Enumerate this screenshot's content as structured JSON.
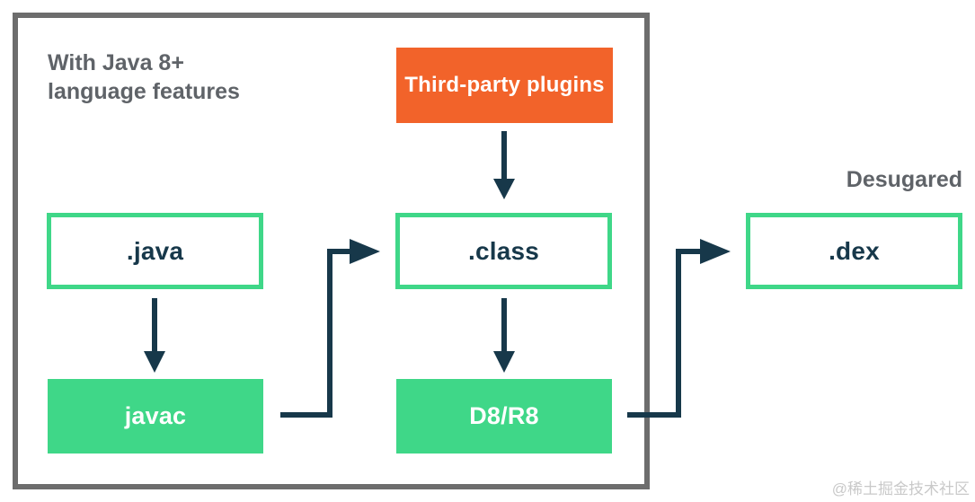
{
  "colors": {
    "green": "#3fd788",
    "orange": "#f2632a",
    "navy": "#17384a",
    "frame_gray": "#6d6d6d",
    "label_gray": "#5f6368",
    "watermark_gray": "#c9c9c9"
  },
  "annotations": {
    "top_left_line1": "With Java 8+",
    "top_left_line2": "language features",
    "desugared": "Desugared"
  },
  "nodes": {
    "third_party_plugins": {
      "label": "Third-party plugins",
      "style": "orange-filled"
    },
    "java": {
      "label": ".java",
      "style": "outlined"
    },
    "class": {
      "label": ".class",
      "style": "outlined"
    },
    "dex": {
      "label": ".dex",
      "style": "outlined"
    },
    "javac": {
      "label": "javac",
      "style": "green-filled"
    },
    "d8_r8": {
      "label": "D8/R8",
      "style": "green-filled"
    }
  },
  "edges": [
    {
      "from": "third_party_plugins",
      "to": "class"
    },
    {
      "from": "java",
      "to": "javac"
    },
    {
      "from": "javac",
      "to": "class"
    },
    {
      "from": "class",
      "to": "d8_r8"
    },
    {
      "from": "d8_r8",
      "to": "dex"
    }
  ],
  "watermark": "@稀土掘金技术社区"
}
